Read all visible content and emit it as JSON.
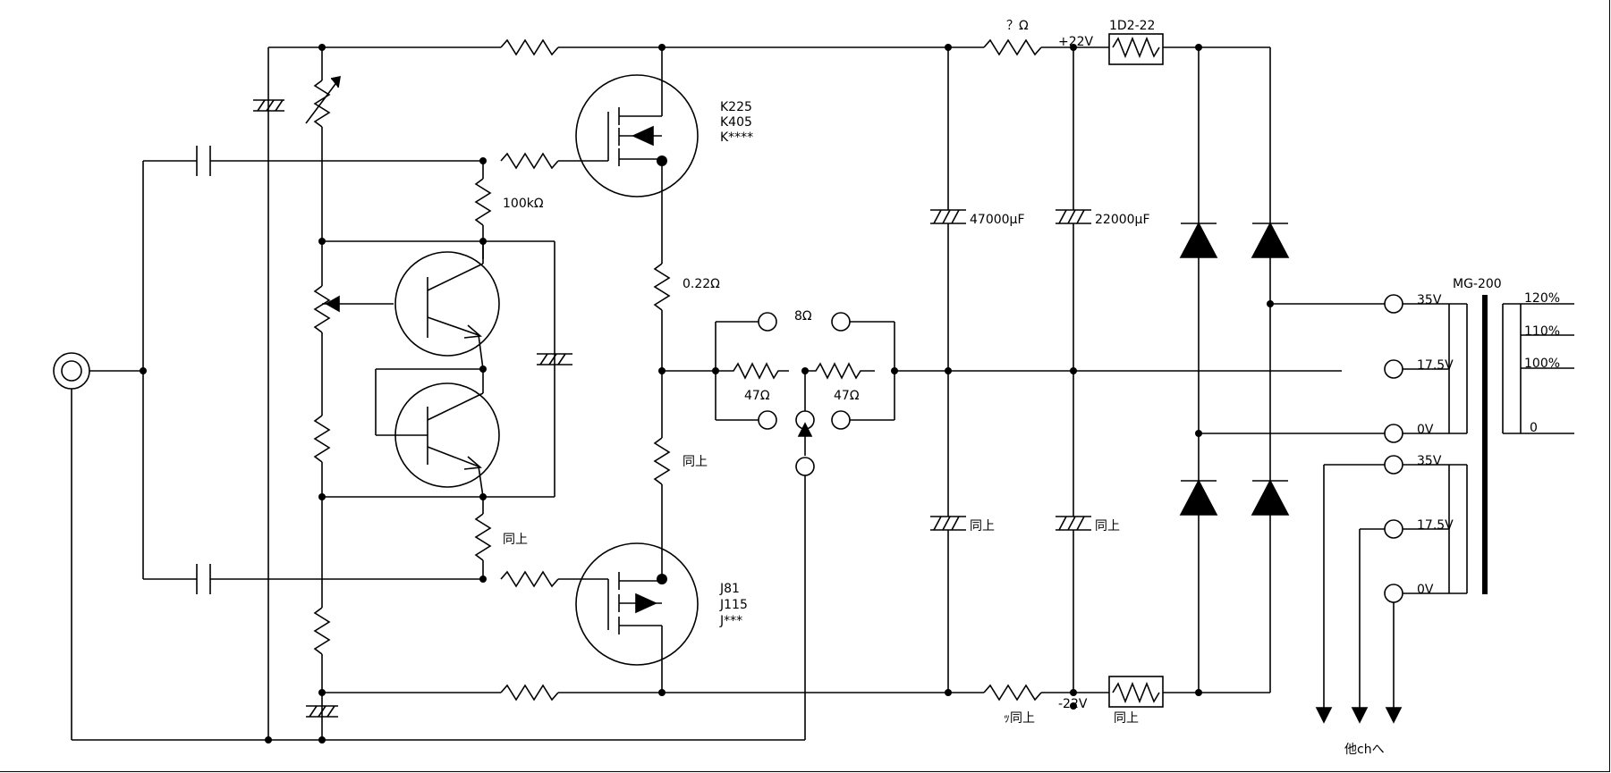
{
  "labels": {
    "q_top": [
      "K225",
      "K405",
      "K****"
    ],
    "q_bottom": [
      "J81",
      "J115",
      "J***"
    ],
    "r_100k": "100kΩ",
    "r_022": "0.22Ω",
    "r_same_mid": "同上",
    "r_same_left": "同上",
    "r_8ohm": "8Ω",
    "r_47_left": "47Ω",
    "r_47_right": "47Ω",
    "r_top_right": "？Ω",
    "v_plus": "+22V",
    "v_minus": "-22V",
    "fuse_top": "1D2-22",
    "fuse_bottom": "同上",
    "r_bottom_right": "ｯ同上",
    "cap_47000": "47000μF",
    "cap_22000": "22000μF",
    "cap_same_1": "同上",
    "cap_same_2": "同上",
    "transformer": "MG-200",
    "tap_35v_a": "35V",
    "tap_175v_a": "17.5V",
    "tap_0v_a": "0V",
    "tap_35v_b": "35V",
    "tap_175v_b": "17.5V",
    "tap_0v_b": "0V",
    "pri_120": "120%",
    "pri_110": "110%",
    "pri_100": "100%",
    "pri_0": "0",
    "other_ch": "他chへ"
  }
}
